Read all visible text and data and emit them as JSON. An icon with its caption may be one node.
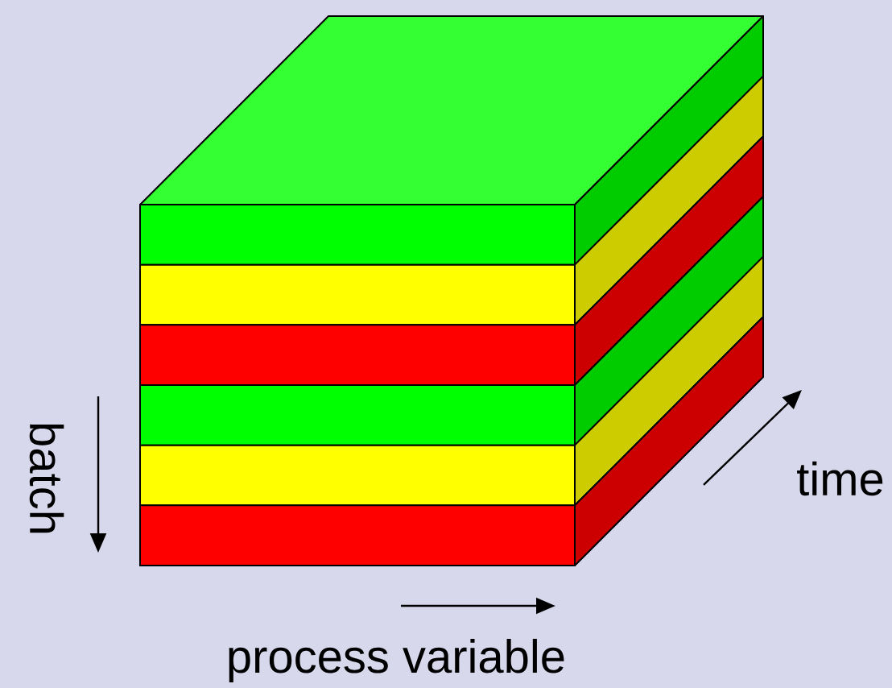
{
  "diagram": {
    "labels": [
      "batch",
      "time",
      "process variable"
    ]
  }
}
